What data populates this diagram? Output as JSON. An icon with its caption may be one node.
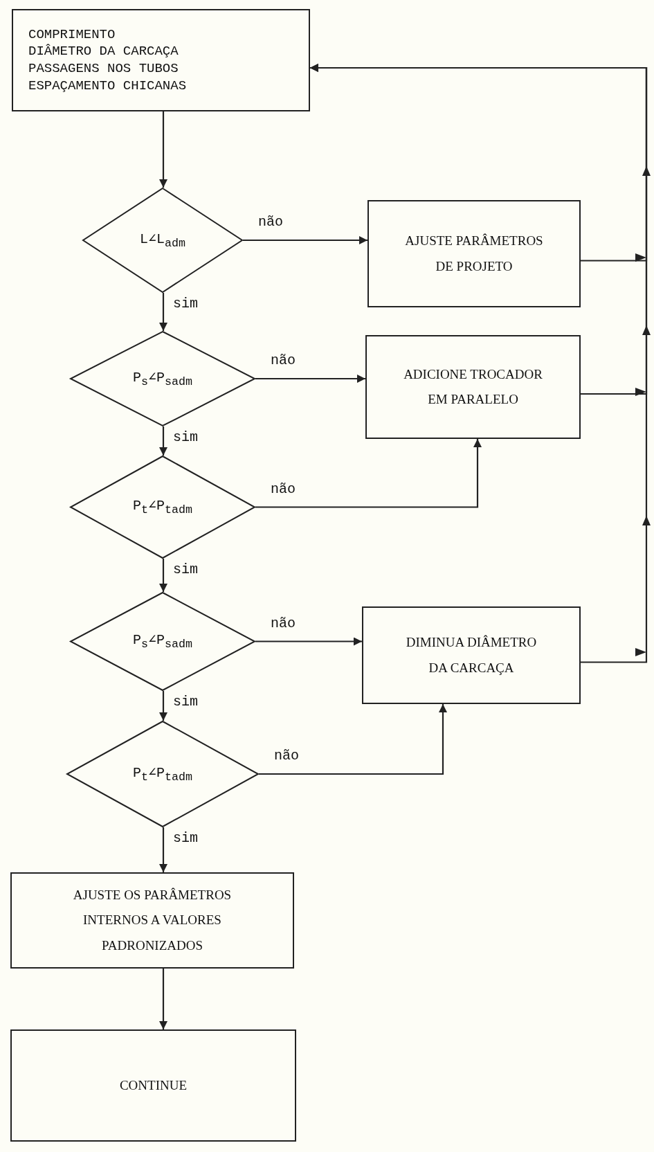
{
  "diagram": {
    "nodes": [
      {
        "text": [
          "COMPRIMENTO",
          "DIÂMETRO DA CARCAÇA",
          "PASSAGENS NOS TUBOS",
          "ESPAÇAMENTO CHICANAS"
        ]
      },
      {
        "text": [
          "L∠L$_{adm}$"
        ]
      },
      {
        "text": [
          "AJUSTE PARÂMETROS DE PROJETO"
        ]
      },
      {
        "text": [
          "P$_{s}$∠P$_{s}$$_{adm}$"
        ]
      },
      {
        "text": [
          "ADICIONE TROCADOR EM PARALELO"
        ]
      },
      {
        "text": [
          "P$_{t}$∠P$_{t}$$_{adm}$"
        ]
      },
      {
        "text": [
          "P$_{s}$∠P$_{s}$$_{adm}$"
        ]
      },
      {
        "text": [
          "DIMINUA DIÂMETRO DA CARCAÇA"
        ]
      },
      {
        "text": [
          "P$_{t}$∠P$_{t}$$_{adm}$"
        ]
      },
      {
        "text": [
          "AJUSTE OS PARÂMETROS INTERNOS A VALORES PADRONIZADOS"
        ]
      },
      {
        "text": [
          "CONTINUE"
        ]
      }
    ],
    "edges": [
      {
        "from": 0,
        "to": 1,
        "arrow": "to"
      },
      {
        "from": 1,
        "to": 2,
        "arrow": "to",
        "label": "não"
      },
      {
        "from": 1,
        "to": 3,
        "arrow": "to",
        "label": "sim"
      },
      {
        "from": 3,
        "to": 4,
        "arrow": "to",
        "label": "não"
      },
      {
        "from": 3,
        "to": 5,
        "arrow": "to",
        "label": "sim"
      },
      {
        "from": 5,
        "to": 4,
        "arrow": "to",
        "label": "não"
      },
      {
        "from": 5,
        "to": 6,
        "arrow": "to",
        "label": "sim"
      },
      {
        "from": 6,
        "to": 7,
        "arrow": "to",
        "label": "não"
      },
      {
        "from": 6,
        "to": 8,
        "arrow": "to",
        "label": "sim"
      },
      {
        "from": 8,
        "to": 7,
        "arrow": "to",
        "label": "não"
      },
      {
        "from": 8,
        "to": 9,
        "arrow": "to",
        "label": "sim"
      },
      {
        "from": 9,
        "to": 10,
        "arrow": "to"
      },
      {
        "from": 2,
        "to": 0,
        "arrow": "to"
      },
      {
        "from": 4,
        "to": 0,
        "arrow": "to"
      },
      {
        "from": 7,
        "to": 0,
        "arrow": "to"
      }
    ]
  }
}
